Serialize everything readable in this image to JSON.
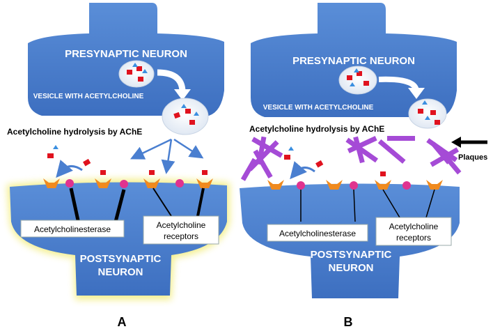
{
  "panels": [
    {
      "id": "A",
      "letter": "A",
      "presynaptic_label": "PRESYNAPTIC NEURON",
      "vesicle_label": "VESICLE WITH ACETYLCHOLINE",
      "hydrolysis_label": "Acetylcholine hydrolysis by AChE",
      "ache_box": "Acetylcholinesterase",
      "receptor_box_line1": "Acetylcholine",
      "receptor_box_line2": "receptors",
      "postsynaptic_line1": "POSTSYNAPTIC",
      "postsynaptic_line2": "NEURON"
    },
    {
      "id": "B",
      "letter": "B",
      "presynaptic_label": "PRESYNAPTIC NEURON",
      "vesicle_label": "VESICLE WITH ACETYLCHOLINE",
      "hydrolysis_label": "Acetylcholine hydrolysis by AChE",
      "ache_box": "Acetylcholinesterase",
      "receptor_box_line1": "Acetylcholine",
      "receptor_box_line2": "receptors",
      "postsynaptic_line1": "POSTSYNAPTIC",
      "postsynaptic_line2": "NEURON",
      "plaques_label": "Plaques"
    }
  ],
  "colors": {
    "neuron_blue": "#4a7fd0",
    "neuron_dark": "#2f5fa8",
    "receptor_orange": "#f08a1e",
    "enzyme_pink": "#e0338f",
    "plaque_purple": "#a54bd6",
    "glow_yellow": "#f5f0a0",
    "ach_red": "#e0121e",
    "ach_blue": "#3a8fe0"
  }
}
